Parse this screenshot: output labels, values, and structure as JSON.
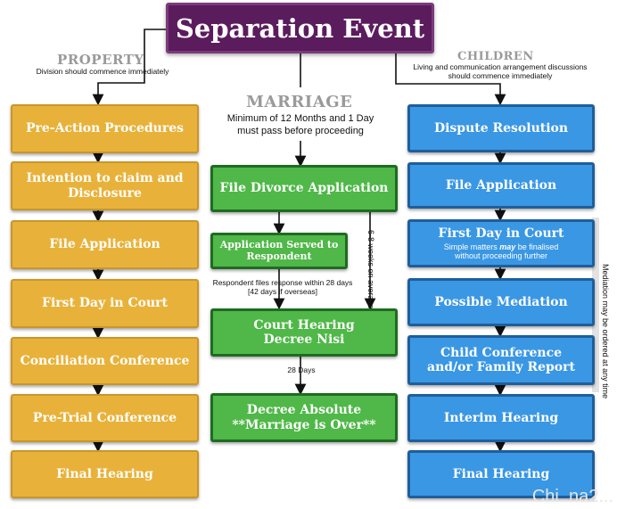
{
  "title": "Separation Event",
  "property": {
    "heading": "PROPERTY",
    "note": "Division should commence immediately",
    "steps": [
      "Pre-Action Procedures",
      "Intention to claim and Disclosure",
      "File Application",
      "First Day in Court",
      "Conciliation Conference",
      "Pre-Trial Conference",
      "Final Hearing"
    ]
  },
  "marriage": {
    "heading": "MARRIAGE",
    "note_line1": "Minimum of 12 Months and 1 Day",
    "note_line2": "must pass before proceeding",
    "file_divorce": "File Divorce Application",
    "served": "Application Served to Respondent",
    "response_line1": "Respondent files response within 28 days",
    "response_line2": "[42 days if overseas]",
    "weeks_note": "6-8 weeks on average",
    "hearing_line1": "Court Hearing",
    "hearing_line2": "Decree Nisi",
    "days_note": "28 Days",
    "absolute_line1": "Decree Absolute",
    "absolute_line2": "**Marriage is Over**"
  },
  "children": {
    "heading": "CHILDREN",
    "note_line1": "Living and communication arrangement discussions",
    "note_line2": "should commence immediately",
    "dispute": "Dispute Resolution",
    "file_app": "File Application",
    "first_day": "First Day in Court",
    "first_day_sub_pre": "Simple matters ",
    "first_day_sub_em": "may",
    "first_day_sub_post": " be finalised",
    "first_day_sub_line2": "without proceeding further",
    "mediation": "Possible Mediation",
    "conference_line1": "Child Conference",
    "conference_line2": "and/or Family Report",
    "interim": "Interim Hearing",
    "final": "Final Hearing",
    "side_note": "Mediation may be ordered at any time"
  },
  "watermark": "Chi..na2...",
  "colors": {
    "title": "#5b1c5e",
    "property": "#e8b23a",
    "marriage": "#4fb848",
    "children": "#3a97e4"
  }
}
